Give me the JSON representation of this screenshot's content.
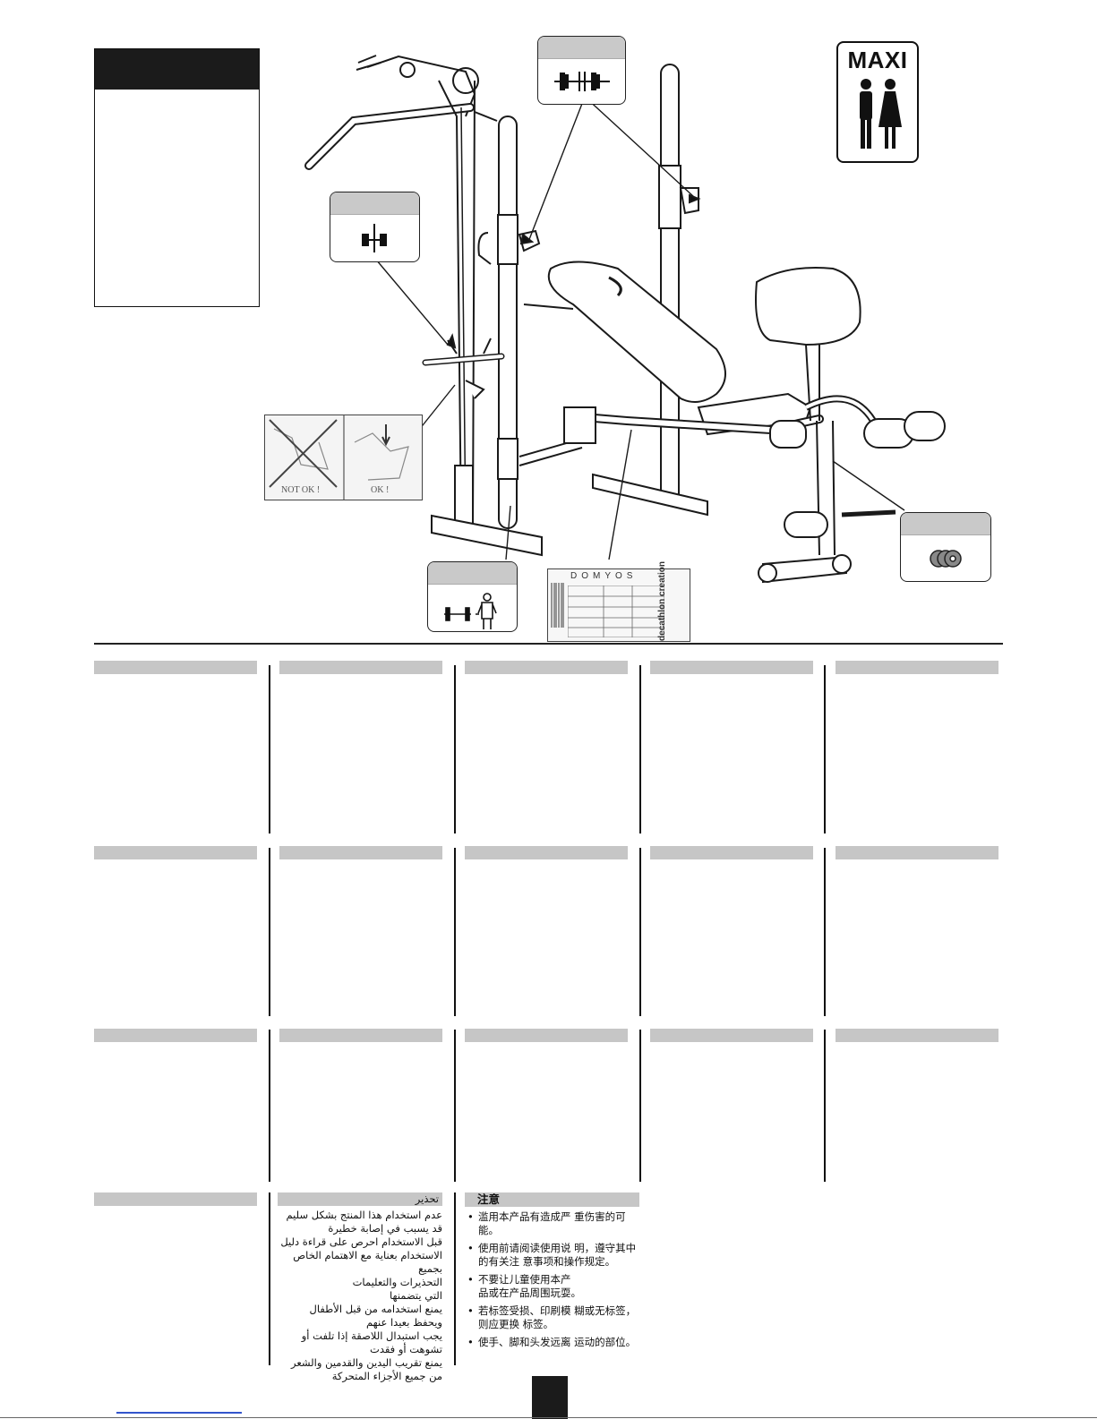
{
  "maxi_box": {
    "label": "MAXI"
  },
  "warning_image": {
    "captions": [
      "NOT OK !",
      "OK !"
    ]
  },
  "product_label": {
    "brand": "DOMYOS",
    "side_text": "decathlon creation"
  },
  "arabic_section": {
    "title": "تحذير",
    "lines": [
      "عدم استخدام هذا المنتج بشكل سليم",
      "قد يسبب في إصابة خطيرة",
      "قبل الاستخدام احرص على قراءة دليل",
      "الاستخدام بعناية مع الاهتمام الخاص بجميع",
      "التحذيرات والتعليمات",
      "التي يتضمنها",
      "يمنع استخدامه من قبل الأطفال",
      "ويحفظ بعيدا عنهم",
      "يجب استبدال اللاصقة إذا تلفت أو",
      "تشوهت أو فقدت",
      "يمنع تقريب اليدين والقدمين والشعر",
      "من جميع الأجزاء المتحركة"
    ]
  },
  "chinese_section": {
    "title": "注意",
    "bullet": "•",
    "items": [
      [
        "滥用本产品有造成严 重伤害的可能。"
      ],
      [
        "使用前请阅读使用说 明，遵守其中",
        "的有关注 意事项和操作规定。"
      ],
      [
        "不要让儿童使用本产",
        "品或在产品周围玩耍。"
      ],
      [
        "若标签受损、印刷模 糊或无标签，",
        "则应更换 标签。"
      ],
      [
        "使手、脚和头发远离 运动的部位。"
      ]
    ]
  }
}
